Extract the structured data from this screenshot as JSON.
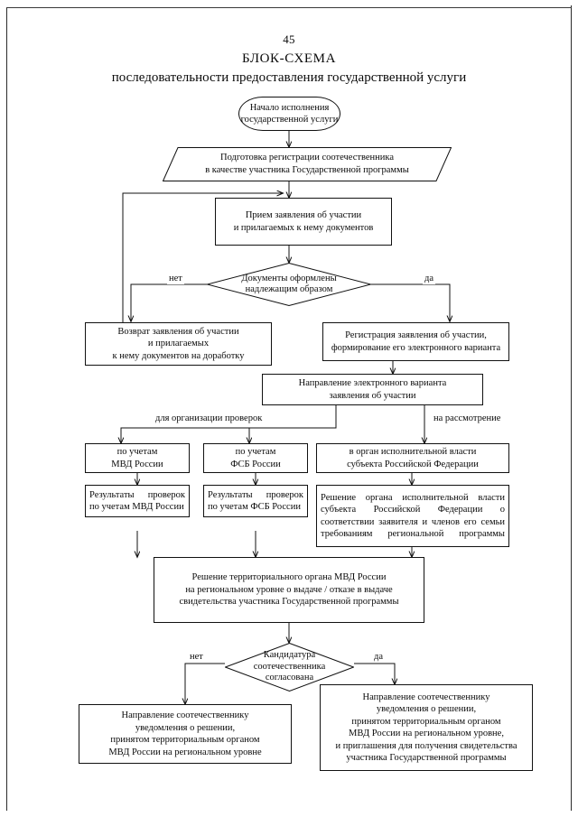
{
  "page": {
    "number": "45",
    "title_line1": "БЛОК-СХЕМА",
    "title_line2": "последовательности предоставления государственной услуги"
  },
  "nodes": {
    "start": {
      "shape": "oval",
      "line1": "Начало исполнения",
      "line2": "государственной услуги"
    },
    "prepare": {
      "shape": "parallelogram",
      "line1": "Подготовка регистрации соотечественника",
      "line2": "в качестве участника Государственной программы"
    },
    "receive": {
      "shape": "rect",
      "line1": "Прием заявления об участии",
      "line2": "и прилагаемых к нему документов"
    },
    "check": {
      "shape": "diamond",
      "line1": "Документы оформлены",
      "line2": "надлежащим образом"
    },
    "return_docs": {
      "shape": "rect",
      "line1": "Возврат заявления об участии",
      "line2": "и прилагаемых",
      "line3": "к нему документов на доработку"
    },
    "register": {
      "shape": "rect",
      "line1": "Регистрация заявления об участии,",
      "line2": "формирование его электронного варианта"
    },
    "send_electronic": {
      "shape": "rect",
      "line1": "Направление электронного варианта",
      "line2": "заявления об участии"
    },
    "mvd_records": {
      "shape": "rect",
      "line1": "по учетам",
      "line2": "МВД России"
    },
    "fsb_records": {
      "shape": "rect",
      "line1": "по учетам",
      "line2": "ФСБ России"
    },
    "exec_body": {
      "shape": "rect",
      "line1": "в орган исполнительной власти",
      "line2": "субъекта Российской Федерации"
    },
    "mvd_results": {
      "shape": "rect",
      "text": "Результаты проверок по учетам МВД России"
    },
    "fsb_results": {
      "shape": "rect",
      "text": "Результаты проверок по учетам ФСБ России"
    },
    "exec_decision": {
      "shape": "rect",
      "text": "Решение органа исполнительной власти субъекта Российской Федерации о соответствии заявителя и членов его семьи требованиям региональной программы"
    },
    "territorial_decision": {
      "shape": "rect",
      "line1": "Решение территориального органа МВД России",
      "line2": "на региональном уровне о выдаче / отказе в выдаче",
      "line3": "свидетельства участника Государственной программы"
    },
    "candidate": {
      "shape": "diamond",
      "line1": "Кандидатура",
      "line2": "соотечественника",
      "line3": "согласована"
    },
    "notify_refuse": {
      "shape": "rect",
      "line1": "Направление соотечественнику",
      "line2": "уведомления о решении,",
      "line3": "принятом территориальным органом",
      "line4": "МВД России на региональном уровне"
    },
    "notify_accept": {
      "shape": "rect",
      "line1": "Направление соотечественнику",
      "line2": "уведомления о решении,",
      "line3": "принятом территориальным органом",
      "line4": "МВД России на региональном уровне,",
      "line5": "и приглашения для получения свидетельства",
      "line6": "участника Государственной программы"
    }
  },
  "edge_labels": {
    "check_no": "нет",
    "check_yes": "да",
    "for_checks": "для организации проверок",
    "for_review": "на рассмотрение",
    "candidate_no": "нет",
    "candidate_yes": "да"
  },
  "colors": {
    "ink": "#111111",
    "paper": "#ffffff"
  },
  "chart_data": {
    "type": "flowchart",
    "title": "БЛОК-СХЕМА последовательности предоставления государственной услуги",
    "nodes": [
      {
        "id": "start",
        "shape": "terminator",
        "label": "Начало исполнения государственной услуги"
      },
      {
        "id": "prepare",
        "shape": "data",
        "label": "Подготовка регистрации соотечественника в качестве участника Государственной программы"
      },
      {
        "id": "receive",
        "shape": "process",
        "label": "Прием заявления об участии и прилагаемых к нему документов"
      },
      {
        "id": "check",
        "shape": "decision",
        "label": "Документы оформлены надлежащим образом"
      },
      {
        "id": "return_docs",
        "shape": "process",
        "label": "Возврат заявления об участии и прилагаемых к нему документов на доработку"
      },
      {
        "id": "register",
        "shape": "process",
        "label": "Регистрация заявления об участии, формирование его электронного варианта"
      },
      {
        "id": "send_electronic",
        "shape": "process",
        "label": "Направление электронного варианта заявления об участии"
      },
      {
        "id": "mvd_records",
        "shape": "process",
        "label": "по учетам МВД России"
      },
      {
        "id": "fsb_records",
        "shape": "process",
        "label": "по учетам ФСБ России"
      },
      {
        "id": "exec_body",
        "shape": "process",
        "label": "в орган исполнительной власти субъекта Российской Федерации"
      },
      {
        "id": "mvd_results",
        "shape": "process",
        "label": "Результаты проверок по учетам МВД России"
      },
      {
        "id": "fsb_results",
        "shape": "process",
        "label": "Результаты проверок по учетам ФСБ России"
      },
      {
        "id": "exec_decision",
        "shape": "process",
        "label": "Решение органа исполнительной власти субъекта Российской Федерации о соответствии заявителя и членов его семьи требованиям региональной программы"
      },
      {
        "id": "territorial_decision",
        "shape": "process",
        "label": "Решение территориального органа МВД России на региональном уровне о выдаче / отказе в выдаче свидетельства участника Государственной программы"
      },
      {
        "id": "candidate",
        "shape": "decision",
        "label": "Кандидатура соотечественника согласована"
      },
      {
        "id": "notify_refuse",
        "shape": "process",
        "label": "Направление соотечественнику уведомления о решении, принятом территориальным органом МВД России на региональном уровне"
      },
      {
        "id": "notify_accept",
        "shape": "process",
        "label": "Направление соотечественнику уведомления о решении, принятом территориальным органом МВД России на региональном уровне, и приглашения для получения свидетельства участника Государственной программы"
      }
    ],
    "edges": [
      {
        "from": "start",
        "to": "prepare",
        "label": ""
      },
      {
        "from": "prepare",
        "to": "receive",
        "label": ""
      },
      {
        "from": "receive",
        "to": "check",
        "label": ""
      },
      {
        "from": "check",
        "to": "return_docs",
        "label": "нет"
      },
      {
        "from": "check",
        "to": "register",
        "label": "да"
      },
      {
        "from": "return_docs",
        "to": "receive",
        "label": ""
      },
      {
        "from": "register",
        "to": "send_electronic",
        "label": ""
      },
      {
        "from": "send_electronic",
        "to": "mvd_records",
        "label": "для организации проверок"
      },
      {
        "from": "send_electronic",
        "to": "fsb_records",
        "label": "для организации проверок"
      },
      {
        "from": "send_electronic",
        "to": "exec_body",
        "label": "на рассмотрение"
      },
      {
        "from": "mvd_records",
        "to": "mvd_results",
        "label": ""
      },
      {
        "from": "fsb_records",
        "to": "fsb_results",
        "label": ""
      },
      {
        "from": "exec_body",
        "to": "exec_decision",
        "label": ""
      },
      {
        "from": "mvd_results",
        "to": "territorial_decision",
        "label": ""
      },
      {
        "from": "fsb_results",
        "to": "territorial_decision",
        "label": ""
      },
      {
        "from": "exec_decision",
        "to": "territorial_decision",
        "label": ""
      },
      {
        "from": "territorial_decision",
        "to": "candidate",
        "label": ""
      },
      {
        "from": "candidate",
        "to": "notify_refuse",
        "label": "нет"
      },
      {
        "from": "candidate",
        "to": "notify_accept",
        "label": "да"
      }
    ]
  }
}
